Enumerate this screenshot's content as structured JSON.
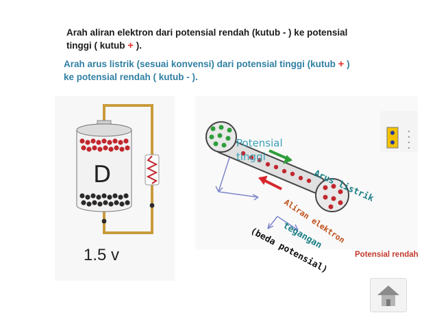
{
  "text": {
    "line1a": "Arah aliran elektron  dari potensial rendah (kutub  - ) ke potensial",
    "line1b_pre": "tinggi ( kutub ",
    "line1b_plus": "+",
    "line1b_post": " ).",
    "line2a_pre": "Arah arus listrik (sesuai konvensi) dari potensial tinggi (kutub  ",
    "line2a_plus": "+",
    "line2a_post": " )",
    "line2b": "ke potensial rendah ( kutub - )."
  },
  "battery": {
    "label": "D",
    "voltage": "1.5 v"
  },
  "diagram": {
    "potensial_tinggi_1": "Potensial",
    "potensial_tinggi_2": "tinggi",
    "arus_listrik": "Arus listrik",
    "aliran_elektron": "Aliran elektron",
    "tegangan": "tegangan",
    "beda_potensial": "(beda potensial)",
    "potensial_rendah": "Potensial rendah"
  },
  "colors": {
    "wire": "#c89b3c",
    "charge_red": "#c1272d",
    "charge_dark": "#222222",
    "arrow_green": "#2f9e3a",
    "arrow_red": "#d7262b",
    "label_teal": "#1c7f86",
    "label_orange": "#c0501b",
    "label_potential_red": "#c0392b",
    "blue_text": "#2f7fa3"
  },
  "icons": {
    "home": "home-icon",
    "resistor": "resistor-icon",
    "battery": "battery-icon"
  }
}
